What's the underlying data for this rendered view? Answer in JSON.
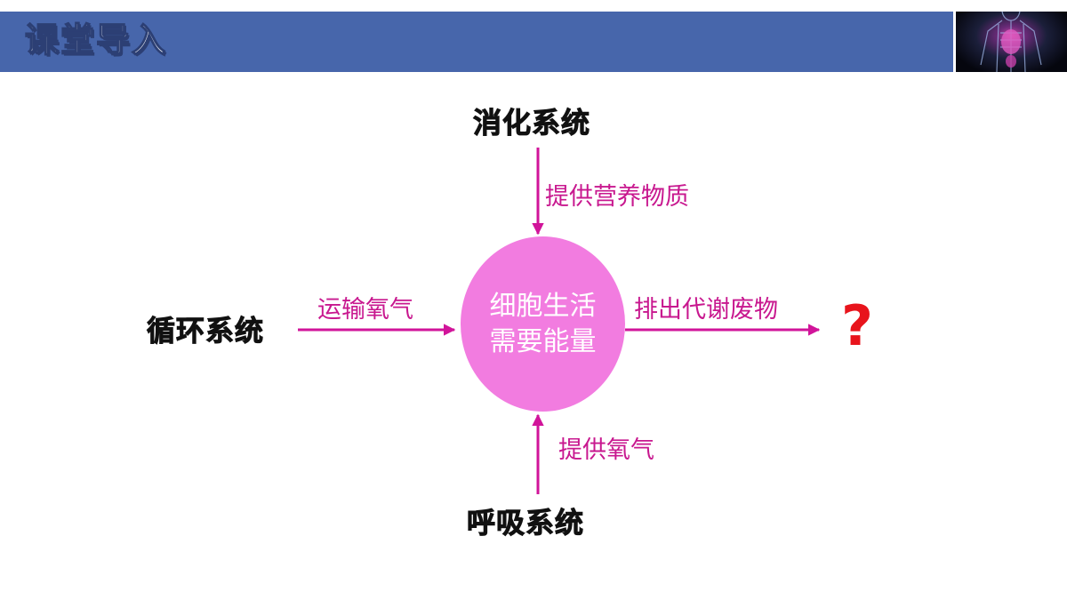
{
  "header": {
    "title": "课堂导入",
    "image_icon": "human-body-xray-icon"
  },
  "diagram": {
    "center": {
      "line1": "细胞生活",
      "line2": "需要能量",
      "color": "#f27ce0"
    },
    "systems": {
      "top": "消化系统",
      "left": "循环系统",
      "bottom": "呼吸系统"
    },
    "edges": {
      "top": "提供营养物质",
      "left": "运输氧气",
      "right": "排出代谢废物",
      "bottom": "提供氧气"
    },
    "unknown": "?",
    "colors": {
      "arrow": "#d1149a",
      "label": "#c8188f",
      "question": "#e8141c"
    }
  }
}
